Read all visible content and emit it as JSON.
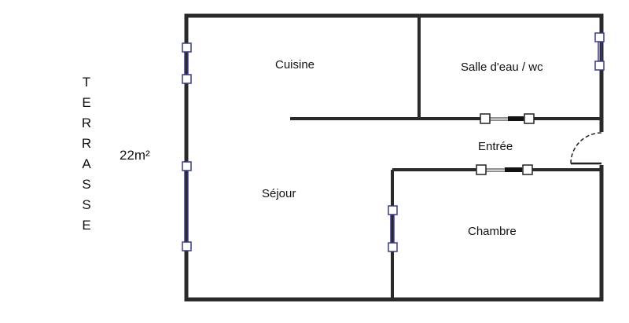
{
  "terrasse": {
    "letters": [
      "T",
      "E",
      "R",
      "R",
      "A",
      "S",
      "S",
      "E"
    ],
    "area": "22m²"
  },
  "rooms": {
    "cuisine": "Cuisine",
    "salle_eau": "Salle d'eau / wc",
    "entree": "Entrée",
    "sejour": "Séjour",
    "chambre": "Chambre"
  },
  "colors": {
    "wall": "#2a2a2a",
    "window": "#3a3a8a",
    "door": "#222222"
  }
}
